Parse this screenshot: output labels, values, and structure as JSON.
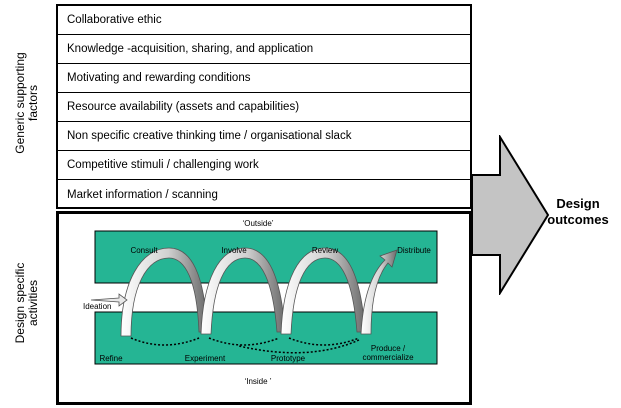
{
  "side_labels": {
    "generic_line1": "Generic supporting",
    "generic_line2": "factors",
    "design_line1": "Design specific",
    "design_line2": "activities"
  },
  "factors": [
    "Collaborative ethic",
    "Knowledge -acquisition, sharing, and application",
    "Motivating and rewarding conditions",
    "Resource availability (assets and capabilities)",
    "Non specific creative thinking time / organisational slack",
    "Competitive stimuli / challenging work",
    "Market information / scanning"
  ],
  "process": {
    "outside_label": "‘Outside’",
    "inside_label": "‘Inside ’",
    "ideation": "Ideation",
    "top_steps": [
      "Consult",
      "Involve",
      "Review",
      "Distribute"
    ],
    "bottom_steps": [
      "Refine",
      "Experiment",
      "Prototype"
    ],
    "produce_line1": "Produce /",
    "produce_line2": "commercialize"
  },
  "outcome": {
    "line1": "Design",
    "line2": "outcomes"
  },
  "colors": {
    "band_fill": "#25b594",
    "spiral_fill": "#cfcfcf",
    "spiral_dark": "#6a6a6a",
    "arrow_fill": "#c4c4c4"
  }
}
